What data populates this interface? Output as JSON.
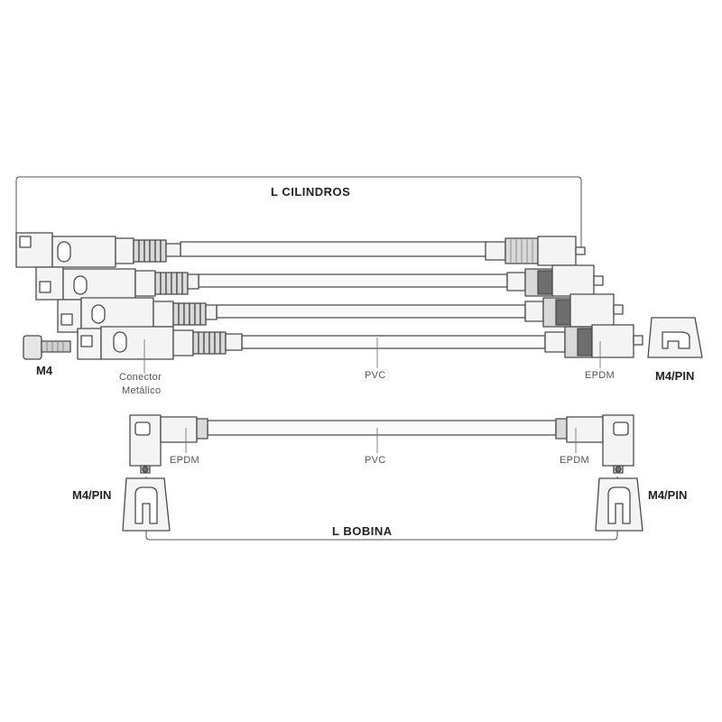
{
  "labels": {
    "l_cilindros": "L  CILINDROS",
    "l_bobina": "L  BOBINA",
    "m4_left": "M4",
    "m4pin_right": "M4/PIN",
    "m4pin_left_bottom": "M4/PIN",
    "m4pin_right_bottom": "M4/PIN",
    "conector_line1": "Conector",
    "conector_line2": "Metálico",
    "pvc_top": "PVC",
    "epdm_top": "EPDM",
    "epdm_bottom_left": "EPDM",
    "pvc_bottom": "PVC",
    "epdm_bottom_right": "EPDM"
  },
  "colors": {
    "stroke": "#4a4a4a",
    "fill_light": "#f4f4f4",
    "fill_boot": "#d9d9d9",
    "fill_dark": "#6e6e6e"
  }
}
